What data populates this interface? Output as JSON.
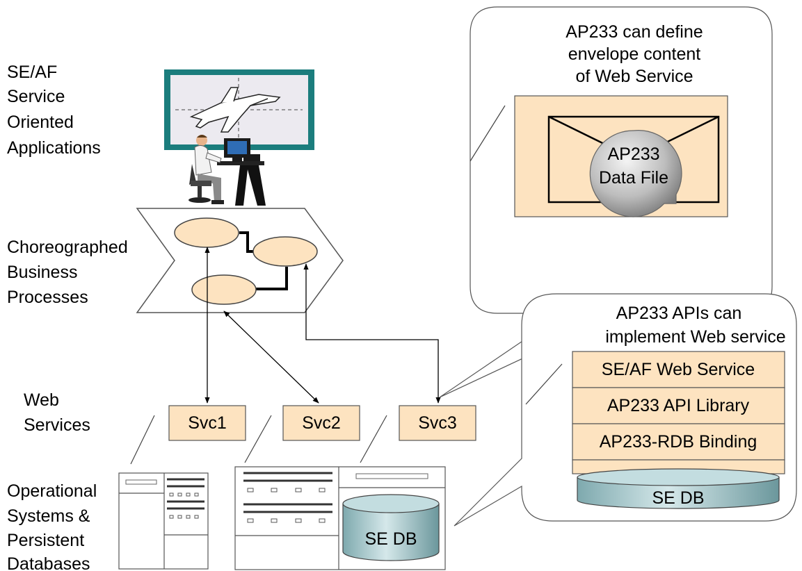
{
  "labels": {
    "apps": [
      "SE/AF",
      "Service",
      "Oriented",
      "Applications"
    ],
    "processes": [
      "Choreographed",
      "Business",
      "Processes"
    ],
    "web_services": [
      "Web",
      "Services"
    ],
    "operational": [
      "Operational",
      "Systems &",
      "Persistent",
      "Databases"
    ]
  },
  "services": [
    "Svc1",
    "Svc2",
    "Svc3"
  ],
  "db_label": "SE DB",
  "callout_envelope": {
    "lines": [
      "AP233 can define",
      "envelope content",
      "of Web Service"
    ],
    "file_lines": [
      "AP233",
      "Data File"
    ]
  },
  "callout_apis": {
    "lines": [
      "AP233 APIs can",
      "implement  Web service"
    ],
    "stack": [
      "SE/AF Web Service",
      "AP233 API Library",
      "AP233-RDB Binding"
    ],
    "db_label": "SE DB"
  },
  "colors": {
    "box_fill": "#fde3c0",
    "ellipse_fill": "#fde3c0",
    "screen_frame": "#1b7d7d",
    "db_fill": "#a9c8cc"
  }
}
